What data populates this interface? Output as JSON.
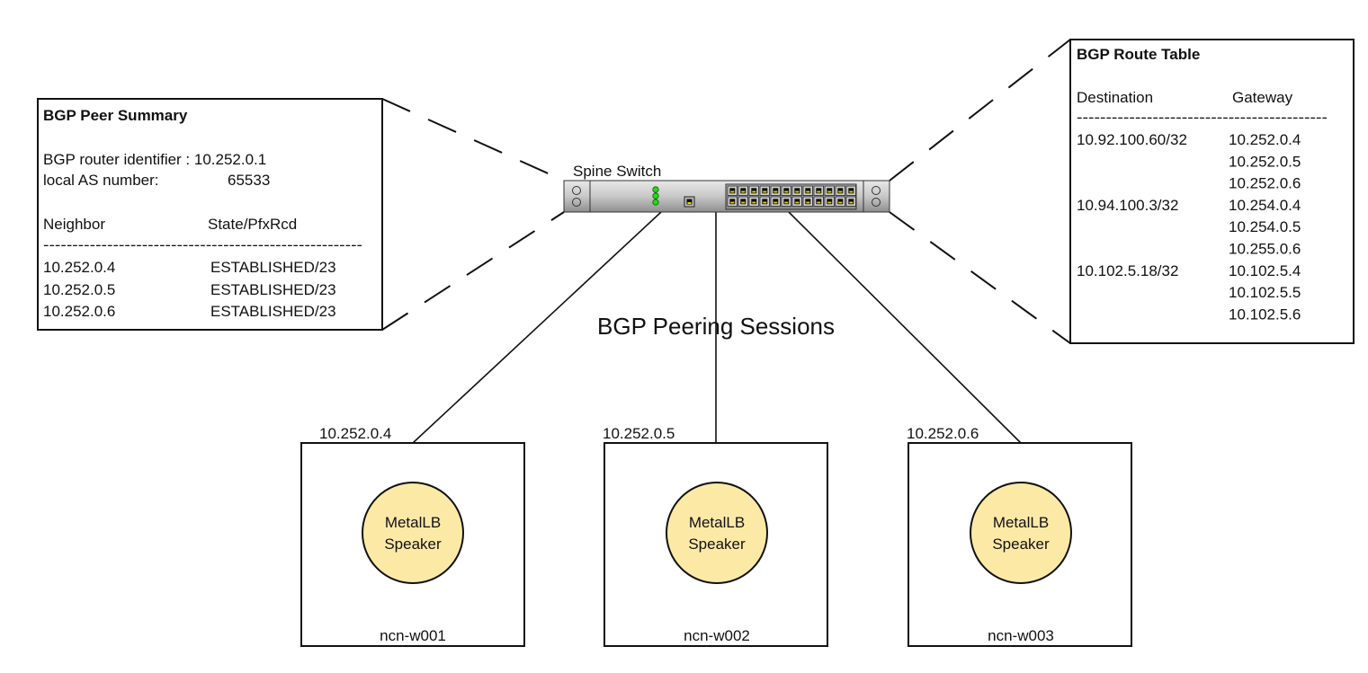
{
  "title": "BGP Peering Sessions",
  "colors": {
    "speaker_fill": "#fde9a6",
    "led_green": "#22dd11",
    "port_yellow": "#e6d200",
    "switch_body": "#c4c4c4"
  },
  "spine_switch": {
    "label": "Spine Switch",
    "led_count": 3,
    "port_columns": 12,
    "port_rows": 2
  },
  "peer_summary": {
    "title": "BGP Peer Summary",
    "router_id_label": "BGP router identifier : 10.252.0.1",
    "local_as_label": "local AS number:",
    "local_as_value": "65533",
    "col_neighbor": "Neighbor",
    "col_state": "State/PfxRcd",
    "separator": "-------------------------------------------------------",
    "rows": [
      {
        "neighbor": "10.252.0.4",
        "state": "ESTABLISHED/23"
      },
      {
        "neighbor": "10.252.0.5",
        "state": "ESTABLISHED/23"
      },
      {
        "neighbor": "10.252.0.6",
        "state": "ESTABLISHED/23"
      }
    ]
  },
  "route_table": {
    "title": "BGP Route Table",
    "col_destination": "Destination",
    "col_gateway": "Gateway",
    "separator": "-------------------------------------------",
    "rows": [
      {
        "destination": "10.92.100.60/32",
        "gateway": "10.252.0.4"
      },
      {
        "destination": "",
        "gateway": "10.252.0.5"
      },
      {
        "destination": "",
        "gateway": "10.252.0.6"
      },
      {
        "destination": "10.94.100.3/32",
        "gateway": "10.254.0.4"
      },
      {
        "destination": "",
        "gateway": "10.254.0.5"
      },
      {
        "destination": "",
        "gateway": "10.255.0.6"
      },
      {
        "destination": "10.102.5.18/32",
        "gateway": "10.102.5.4"
      },
      {
        "destination": "",
        "gateway": "10.102.5.5"
      },
      {
        "destination": "",
        "gateway": "10.102.5.6"
      }
    ]
  },
  "nodes": [
    {
      "ip": "10.252.0.4",
      "name": "ncn-w001",
      "speaker_line1": "MetalLB",
      "speaker_line2": "Speaker"
    },
    {
      "ip": "10.252.0.5",
      "name": "ncn-w002",
      "speaker_line1": "MetalLB",
      "speaker_line2": "Speaker"
    },
    {
      "ip": "10.252.0.6",
      "name": "ncn-w003",
      "speaker_line1": "MetalLB",
      "speaker_line2": "Speaker"
    }
  ]
}
